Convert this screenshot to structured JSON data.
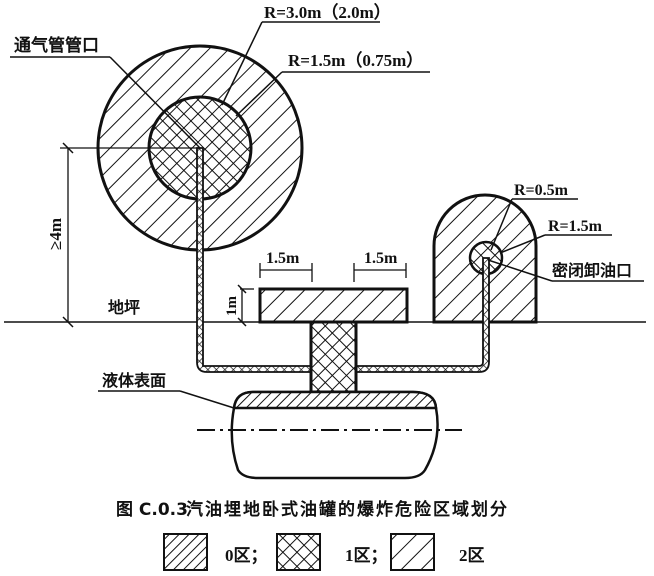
{
  "figure": {
    "caption_number": "图 C.0.3",
    "caption_title": "汽油埋地卧式油罐的爆炸危险区域划分"
  },
  "labels": {
    "vent_pipe_outlet": "通气管管口",
    "vent_outer_radius": "R=3.0m（2.0m）",
    "vent_inner_radius": "R=1.5m（0.75m）",
    "unload_inner_radius": "R=0.5m",
    "unload_outer_radius": "R=1.5m",
    "sealed_unload_port": "密闭卸油口",
    "ground_level": "地坪",
    "vent_height": "≥4m",
    "box_height": "1m",
    "box_left_extent": "1.5m",
    "box_right_extent": "1.5m",
    "liquid_surface": "液体表面"
  },
  "legend": [
    {
      "pattern": "zone-0-dense-hatch",
      "label": "0区；"
    },
    {
      "pattern": "zone-1-crosshatch",
      "label": "1区；"
    },
    {
      "pattern": "zone-2-hatch",
      "label": "2区"
    }
  ],
  "colors": {
    "ink": "#111111",
    "paper": "#ffffff"
  }
}
